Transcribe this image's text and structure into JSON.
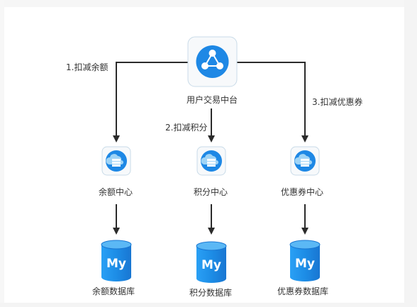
{
  "nodes": {
    "platform": "用户交易中台",
    "balance_center": "余额中心",
    "points_center": "积分中心",
    "coupon_center": "优惠券中心",
    "balance_db": "余额数据库",
    "points_db": "积分数据库",
    "coupon_db": "优惠券数据库"
  },
  "edges": {
    "deduct_balance": "1.扣减余额",
    "deduct_points": "2.扣减积分",
    "deduct_coupon": "3.扣减优惠券"
  },
  "db_logo_text": "My",
  "colors": {
    "icon_blue": "#1e88e5",
    "icon_light": "#9fd4f6",
    "box_fill": "#f7f9fb",
    "box_stroke": "#c9dbe8",
    "arrow": "#2b2b2b"
  }
}
